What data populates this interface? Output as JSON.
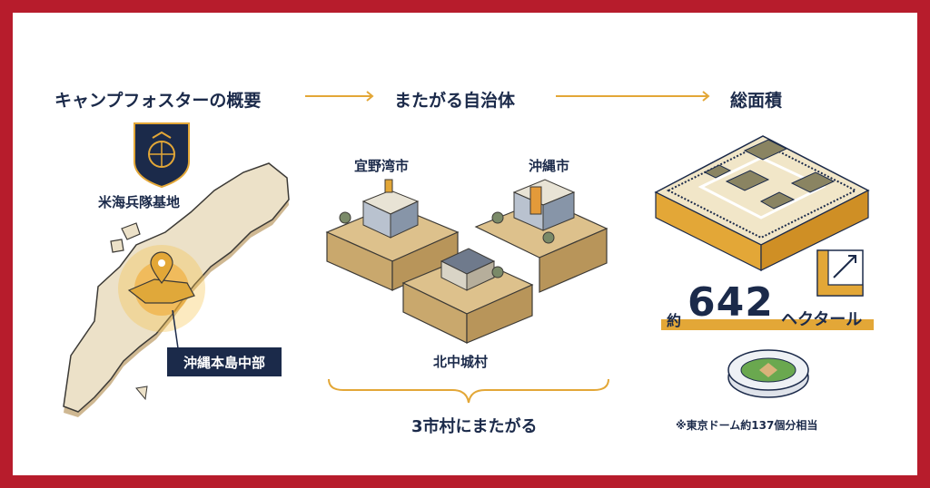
{
  "headings": {
    "overview": "キャンプフォスターの概要",
    "municipalities": "またがる自治体",
    "total_area": "総面積"
  },
  "overview": {
    "emblem_caption": "米海兵隊基地",
    "location_badge": "沖縄本島中部"
  },
  "municipalities": {
    "city_1": "宜野湾市",
    "city_2": "沖縄市",
    "village": "北中城村",
    "summary": "3市村にまたがる"
  },
  "area": {
    "prefix": "約",
    "value": "642",
    "unit": "ヘクタール",
    "comparison": "※東京ドーム約137個分相当"
  },
  "colors": {
    "border": "#b71c2c",
    "navy": "#1b2a4a",
    "gold": "#e3a737",
    "land": "#e8dcc3",
    "terrain": "#d9c191"
  }
}
